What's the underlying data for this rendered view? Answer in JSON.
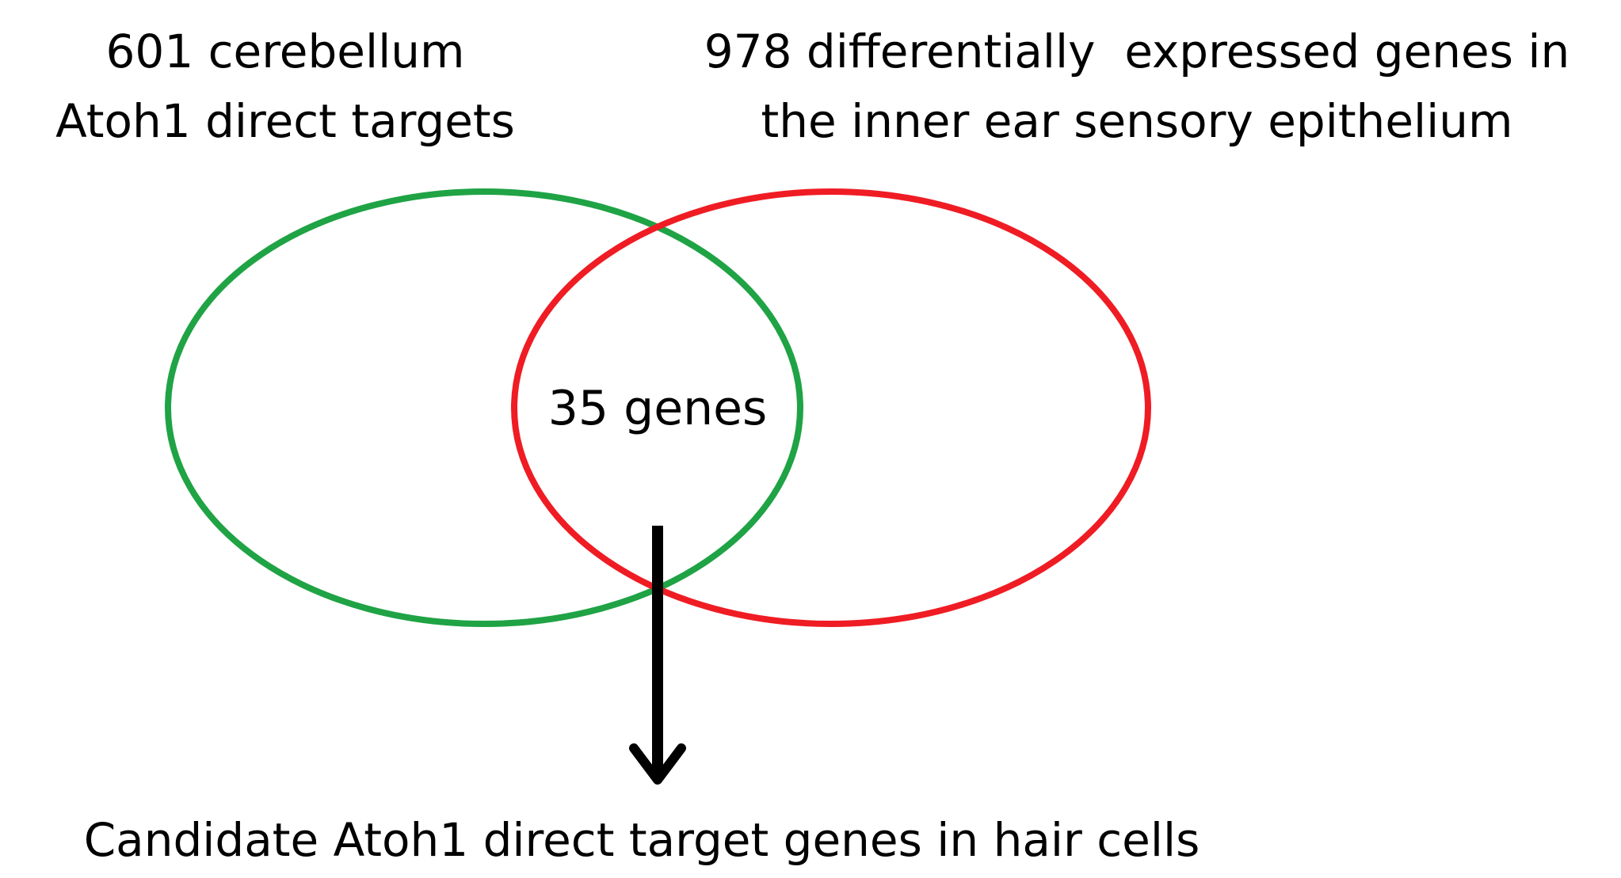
{
  "set_a": {
    "label_line1": "601 cerebellum",
    "label_line2": "Atoh1 direct targets",
    "color": "#1fa345"
  },
  "set_b": {
    "label_line1": "978 differentially  expressed genes in",
    "label_line2": "the inner ear sensory epithelium",
    "color": "#ef1c24"
  },
  "intersection": {
    "label": "35 genes"
  },
  "result": {
    "label": "Candidate Atoh1 direct target genes in hair cells"
  },
  "arrow": {
    "color": "#000000"
  }
}
